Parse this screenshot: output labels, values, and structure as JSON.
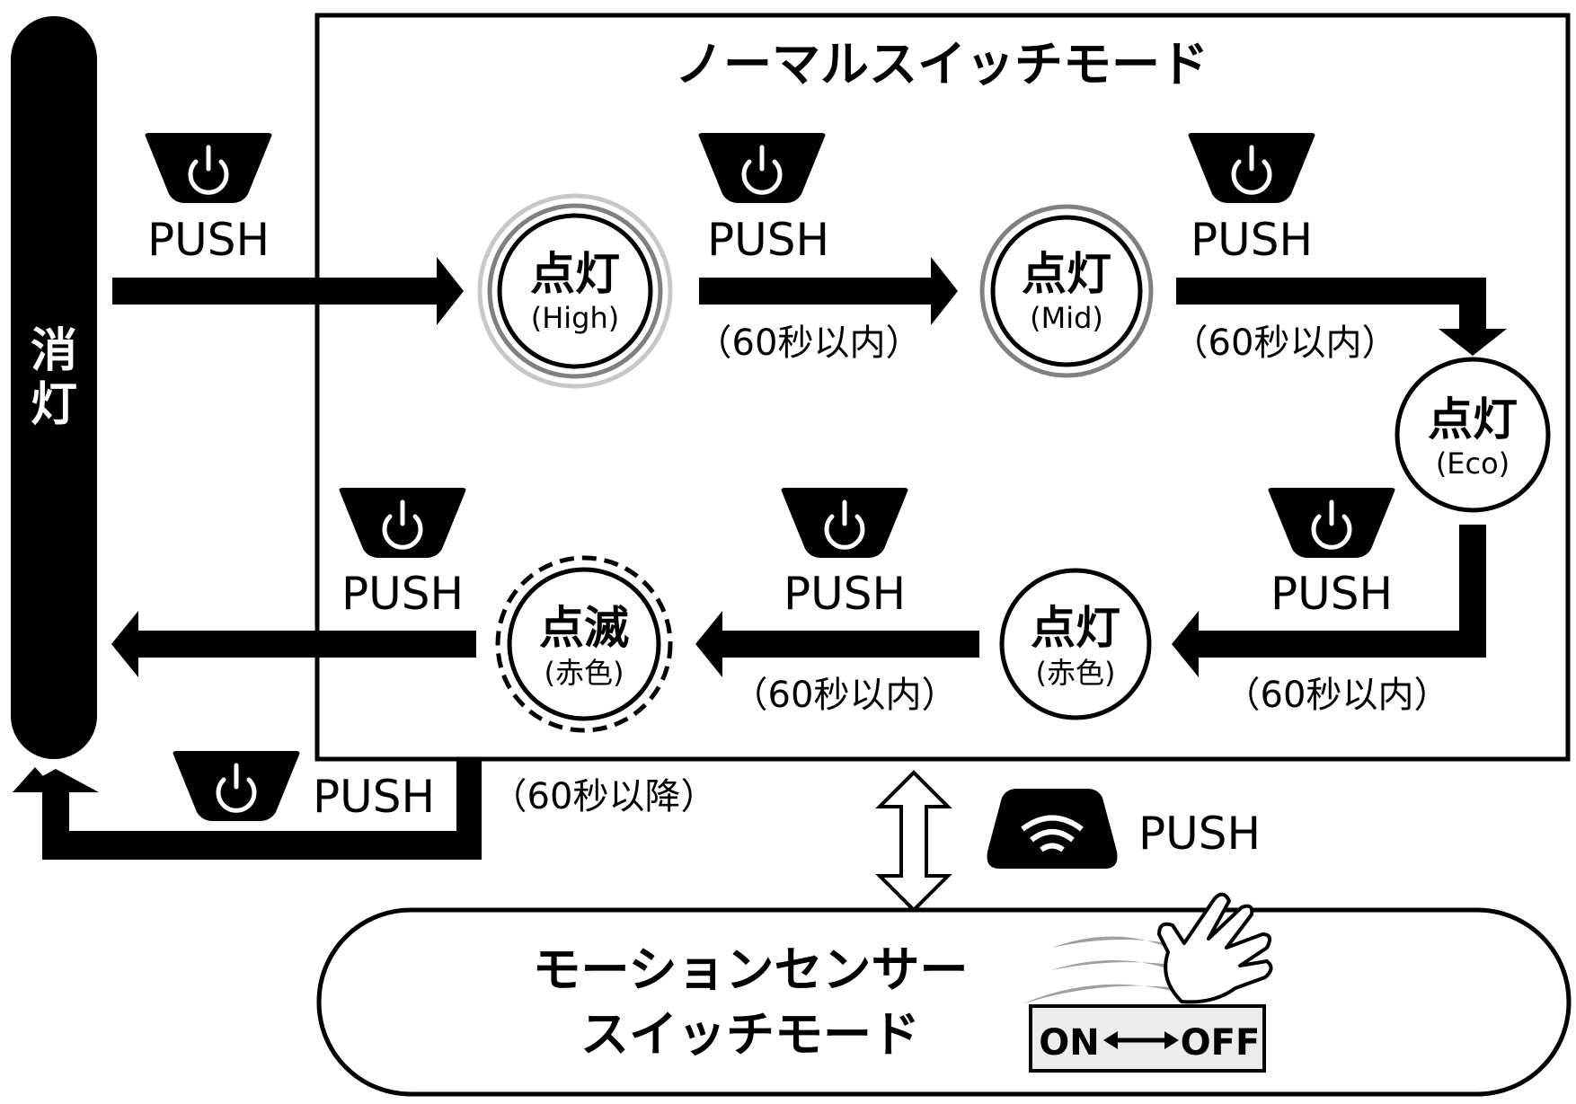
{
  "off_state": {
    "label": "消灯"
  },
  "normal_mode": {
    "title": "ノーマルスイッチモード",
    "states": [
      {
        "id": "high",
        "main": "点灯",
        "sub": "(High)",
        "ring": "double-glow"
      },
      {
        "id": "mid",
        "main": "点灯",
        "sub": "(Mid)",
        "ring": "single-glow"
      },
      {
        "id": "eco",
        "main": "点灯",
        "sub": "(Eco)",
        "ring": "plain"
      },
      {
        "id": "red",
        "main": "点灯",
        "sub": "(赤色)",
        "ring": "plain"
      },
      {
        "id": "blink",
        "main": "点滅",
        "sub": "(赤色)",
        "ring": "dashed"
      }
    ],
    "transitions": [
      {
        "from": "off",
        "to": "high",
        "action": "PUSH",
        "note": ""
      },
      {
        "from": "high",
        "to": "mid",
        "action": "PUSH",
        "note": "（60秒以内）"
      },
      {
        "from": "mid",
        "to": "eco",
        "action": "PUSH",
        "note": "（60秒以内）"
      },
      {
        "from": "eco",
        "to": "red",
        "action": "PUSH",
        "note": "（60秒以内）"
      },
      {
        "from": "red",
        "to": "blink",
        "action": "PUSH",
        "note": "（60秒以内）"
      },
      {
        "from": "blink",
        "to": "off",
        "action": "PUSH",
        "note": ""
      },
      {
        "from": "any",
        "to": "off",
        "action": "PUSH",
        "note": "（60秒以降）"
      }
    ]
  },
  "mode_switch": {
    "action": "PUSH",
    "button_icon": "wireless-signal-icon"
  },
  "motion_mode": {
    "title_line1": "モーションセンサー",
    "title_line2": "スイッチモード",
    "toggle_on": "ON",
    "toggle_off": "OFF",
    "illustration": "waving-hand-icon"
  },
  "colors": {
    "ink": "#000000",
    "paper": "#ffffff",
    "glow_light": "#c8c8c8",
    "glow_mid": "#808080",
    "motion_lines": "#a0a0a0",
    "toggle_bg": "#ececec"
  }
}
